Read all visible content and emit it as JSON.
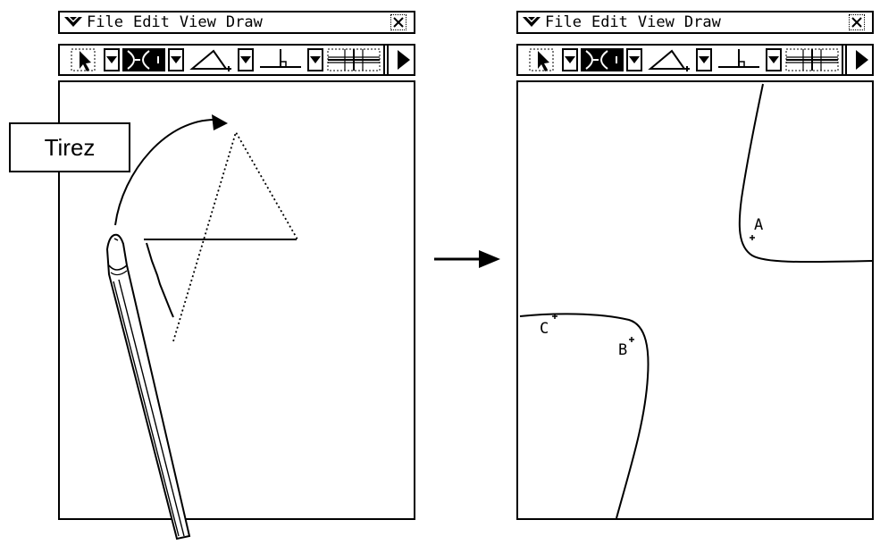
{
  "screens": {
    "left": {
      "menu": {
        "file": "File",
        "edit": "Edit",
        "view": "View",
        "draw": "Draw"
      },
      "callout_label": "Tirez"
    },
    "right": {
      "menu": {
        "file": "File",
        "edit": "Edit",
        "view": "View",
        "draw": "Draw"
      },
      "points": {
        "a": "A",
        "b": "B",
        "c": "C"
      }
    }
  },
  "icons": {
    "menu": "menu-chevron-icon",
    "close": "close-icon",
    "select": "select-arrow-icon",
    "dropdown": "dropdown-triangle-icon",
    "curve": "curve-icon",
    "triangle": "triangle-icon",
    "perpendicular": "perpendicular-icon",
    "grid": "grid-icon",
    "next": "play-right-icon",
    "stylus": "stylus-pen-icon"
  }
}
